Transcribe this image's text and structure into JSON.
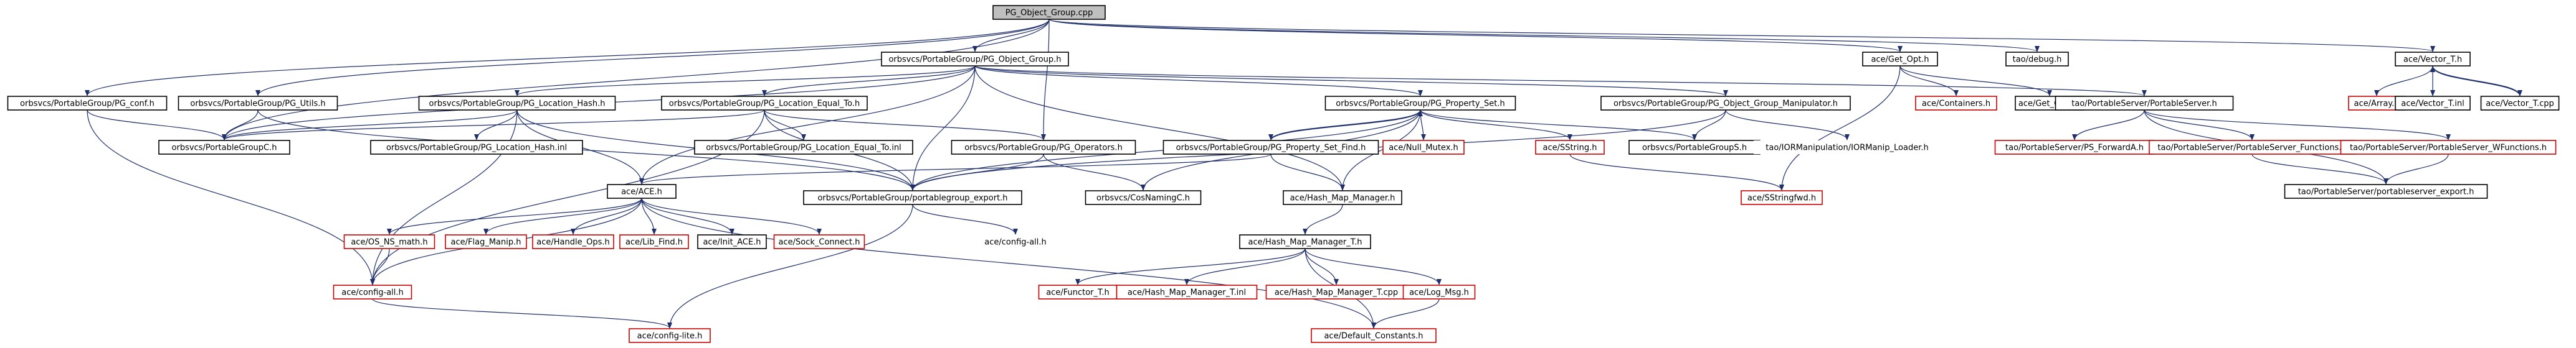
{
  "graph": {
    "colors": {
      "edge": "#1f2f6b",
      "node_border_black": "#000000",
      "node_border_red": "#cc0000",
      "node_text": "#000000",
      "root_fill": "#bfbfbf",
      "node_fill": "#ffffff"
    },
    "nodes": [
      {
        "id": "root",
        "label": "PG_Object_Group.cpp",
        "kind": "root"
      },
      {
        "id": "pg_object_group_h",
        "label": "orbsvcs/PortableGroup/PG_Object_Group.h",
        "kind": "file"
      },
      {
        "id": "ace_get_opt_h",
        "label": "ace/Get_Opt.h",
        "kind": "file"
      },
      {
        "id": "tao_debug_h",
        "label": "tao/debug.h",
        "kind": "file"
      },
      {
        "id": "ace_vector_t_h",
        "label": "ace/Vector_T.h",
        "kind": "file"
      },
      {
        "id": "pg_conf_h",
        "label": "orbsvcs/PortableGroup/PG_conf.h",
        "kind": "file"
      },
      {
        "id": "pg_utils_h",
        "label": "orbsvcs/PortableGroup/PG_Utils.h",
        "kind": "file"
      },
      {
        "id": "pg_location_hash_h",
        "label": "orbsvcs/PortableGroup/PG_Location_Hash.h",
        "kind": "file"
      },
      {
        "id": "pg_location_equal_to_h",
        "label": "orbsvcs/PortableGroup/PG_Location_Equal_To.h",
        "kind": "file"
      },
      {
        "id": "pg_property_set_h",
        "label": "orbsvcs/PortableGroup/PG_Property_Set.h",
        "kind": "file"
      },
      {
        "id": "pg_object_group_manipulator_h",
        "label": "orbsvcs/PortableGroup/PG_Object_Group_Manipulator.h",
        "kind": "file"
      },
      {
        "id": "ace_containers_h",
        "label": "ace/Containers.h",
        "kind": "missing"
      },
      {
        "id": "ace_get_opt_inl",
        "label": "ace/Get_Opt.inl",
        "kind": "file"
      },
      {
        "id": "tao_portableserver_h",
        "label": "tao/PortableServer/PortableServer.h",
        "kind": "file"
      },
      {
        "id": "ace_array_h",
        "label": "ace/Array.h",
        "kind": "missing"
      },
      {
        "id": "ace_vector_t_inl",
        "label": "ace/Vector_T.inl",
        "kind": "file"
      },
      {
        "id": "ace_vector_t_cpp",
        "label": "ace/Vector_T.cpp",
        "kind": "file"
      },
      {
        "id": "portablegroupc_h",
        "label": "orbsvcs/PortableGroupC.h",
        "kind": "file"
      },
      {
        "id": "pg_location_hash_inl",
        "label": "orbsvcs/PortableGroup/PG_Location_Hash.inl",
        "kind": "file"
      },
      {
        "id": "pg_location_equal_to_inl",
        "label": "orbsvcs/PortableGroup/PG_Location_Equal_To.inl",
        "kind": "file"
      },
      {
        "id": "pg_operators_h",
        "label": "orbsvcs/PortableGroup/PG_Operators.h",
        "kind": "file"
      },
      {
        "id": "pg_property_set_find_h",
        "label": "orbsvcs/PortableGroup/PG_Property_Set_Find.h",
        "kind": "file"
      },
      {
        "id": "ace_null_mutex_h",
        "label": "ace/Null_Mutex.h",
        "kind": "missing"
      },
      {
        "id": "ace_sstring_h",
        "label": "ace/SString.h",
        "kind": "missing"
      },
      {
        "id": "portablegroups_h",
        "label": "orbsvcs/PortableGroupS.h",
        "kind": "file"
      },
      {
        "id": "ior_manip_loader_h",
        "label": "tao/IORManipulation/IORManip_Loader.h",
        "kind": "plain"
      },
      {
        "id": "tao_ps_forwarda_h",
        "label": "tao/PortableServer/PS_ForwardA.h",
        "kind": "missing"
      },
      {
        "id": "tao_ps_functions_h",
        "label": "tao/PortableServer/PortableServer_Functions.h",
        "kind": "missing"
      },
      {
        "id": "tao_ps_wfunctions_h",
        "label": "tao/PortableServer/PortableServer_WFunctions.h",
        "kind": "missing"
      },
      {
        "id": "ace_ace_h",
        "label": "ace/ACE.h",
        "kind": "file"
      },
      {
        "id": "portablegroup_export_h",
        "label": "orbsvcs/PortableGroup/portablegroup_export.h",
        "kind": "file"
      },
      {
        "id": "cosnamingc_h",
        "label": "orbsvcs/CosNamingC.h",
        "kind": "file"
      },
      {
        "id": "ace_hash_map_manager_h",
        "label": "ace/Hash_Map_Manager.h",
        "kind": "file"
      },
      {
        "id": "ace_sstringfwd_h",
        "label": "ace/SStringfwd.h",
        "kind": "missing"
      },
      {
        "id": "tao_portableserver_export_h",
        "label": "tao/PortableServer/portableserver_export.h",
        "kind": "file"
      },
      {
        "id": "ace_os_ns_math_h",
        "label": "ace/OS_NS_math.h",
        "kind": "missing"
      },
      {
        "id": "ace_flag_manip_h",
        "label": "ace/Flag_Manip.h",
        "kind": "missing"
      },
      {
        "id": "ace_handle_ops_h",
        "label": "ace/Handle_Ops.h",
        "kind": "missing"
      },
      {
        "id": "ace_lib_find_h",
        "label": "ace/Lib_Find.h",
        "kind": "missing"
      },
      {
        "id": "ace_init_ace_h",
        "label": "ace/Init_ACE.h",
        "kind": "file"
      },
      {
        "id": "ace_sock_connect_h",
        "label": "ace/Sock_Connect.h",
        "kind": "missing"
      },
      {
        "id": "ace_config_all_h_plain",
        "label": "ace/config-all.h",
        "kind": "plain"
      },
      {
        "id": "ace_hash_map_manager_t_h",
        "label": "ace/Hash_Map_Manager_T.h",
        "kind": "file"
      },
      {
        "id": "ace_config_all_h",
        "label": "ace/config-all.h",
        "kind": "missing"
      },
      {
        "id": "ace_functor_t_h",
        "label": "ace/Functor_T.h",
        "kind": "missing"
      },
      {
        "id": "ace_hash_map_manager_t_inl",
        "label": "ace/Hash_Map_Manager_T.inl",
        "kind": "missing"
      },
      {
        "id": "ace_hash_map_manager_t_cpp",
        "label": "ace/Hash_Map_Manager_T.cpp",
        "kind": "missing"
      },
      {
        "id": "ace_log_msg_h",
        "label": "ace/Log_Msg.h",
        "kind": "missing"
      },
      {
        "id": "ace_config_lite_h",
        "label": "ace/config-lite.h",
        "kind": "missing"
      },
      {
        "id": "ace_default_constants_h",
        "label": "ace/Default_Constants.h",
        "kind": "missing"
      }
    ],
    "edges": [
      [
        "root",
        "pg_object_group_h"
      ],
      [
        "root",
        "ace_get_opt_h"
      ],
      [
        "root",
        "tao_debug_h"
      ],
      [
        "root",
        "ace_vector_t_h"
      ],
      [
        "root",
        "pg_conf_h"
      ],
      [
        "root",
        "pg_utils_h"
      ],
      [
        "root",
        "pg_operators_h"
      ],
      [
        "root",
        "portablegroupc_h"
      ],
      [
        "pg_object_group_h",
        "pg_location_hash_h"
      ],
      [
        "pg_object_group_h",
        "pg_location_equal_to_h"
      ],
      [
        "pg_object_group_h",
        "pg_property_set_h"
      ],
      [
        "pg_object_group_h",
        "pg_object_group_manipulator_h"
      ],
      [
        "pg_object_group_h",
        "tao_portableserver_h"
      ],
      [
        "pg_object_group_h",
        "portablegroup_export_h"
      ],
      [
        "pg_object_group_h",
        "ace_hash_map_manager_h"
      ],
      [
        "pg_object_group_h",
        "ace_ace_h"
      ],
      [
        "pg_object_group_h",
        "portablegroupc_h"
      ],
      [
        "ace_get_opt_h",
        "ace_containers_h"
      ],
      [
        "ace_get_opt_h",
        "ace_get_opt_inl"
      ],
      [
        "ace_get_opt_h",
        "ace_sstringfwd_h"
      ],
      [
        "ace_vector_t_h",
        "ace_array_h"
      ],
      [
        "ace_vector_t_h",
        "ace_vector_t_inl"
      ],
      [
        "ace_vector_t_h",
        "ace_vector_t_cpp"
      ],
      [
        "ace_vector_t_cpp",
        "ace_vector_t_h"
      ],
      [
        "pg_conf_h",
        "portablegroupc_h"
      ],
      [
        "pg_conf_h",
        "ace_config_all_h"
      ],
      [
        "pg_utils_h",
        "portablegroupc_h"
      ],
      [
        "pg_utils_h",
        "portablegroup_export_h"
      ],
      [
        "pg_location_hash_h",
        "portablegroupc_h"
      ],
      [
        "pg_location_hash_h",
        "pg_location_hash_inl"
      ],
      [
        "pg_location_hash_h",
        "ace_ace_h"
      ],
      [
        "pg_location_hash_h",
        "portablegroup_export_h"
      ],
      [
        "pg_location_hash_h",
        "ace_config_all_h"
      ],
      [
        "pg_location_equal_to_h",
        "portablegroupc_h"
      ],
      [
        "pg_location_equal_to_h",
        "pg_location_equal_to_inl"
      ],
      [
        "pg_location_equal_to_h",
        "pg_operators_h"
      ],
      [
        "pg_location_equal_to_h",
        "portablegroup_export_h"
      ],
      [
        "pg_location_equal_to_h",
        "ace_config_all_h"
      ],
      [
        "pg_property_set_h",
        "pg_property_set_find_h"
      ],
      [
        "pg_property_set_h",
        "ace_null_mutex_h"
      ],
      [
        "pg_property_set_h",
        "ace_sstring_h"
      ],
      [
        "pg_property_set_h",
        "portablegroups_h"
      ],
      [
        "pg_property_set_h",
        "ace_hash_map_manager_h"
      ],
      [
        "pg_property_set_h",
        "portablegroup_export_h"
      ],
      [
        "pg_property_set_h",
        "cosnamingc_h"
      ],
      [
        "pg_property_set_find_h",
        "pg_property_set_h"
      ],
      [
        "pg_property_set_find_h",
        "ace_hash_map_manager_h"
      ],
      [
        "pg_property_set_find_h",
        "ace_ace_h"
      ],
      [
        "pg_object_group_manipulator_h",
        "portablegroups_h"
      ],
      [
        "pg_object_group_manipulator_h",
        "ior_manip_loader_h"
      ],
      [
        "pg_object_group_manipulator_h",
        "portablegroup_export_h"
      ],
      [
        "tao_portableserver_h",
        "tao_ps_forwarda_h"
      ],
      [
        "tao_portableserver_h",
        "tao_ps_functions_h"
      ],
      [
        "tao_portableserver_h",
        "tao_ps_wfunctions_h"
      ],
      [
        "tao_portableserver_h",
        "tao_portableserver_export_h"
      ],
      [
        "tao_ps_functions_h",
        "tao_portableserver_export_h"
      ],
      [
        "tao_ps_wfunctions_h",
        "tao_portableserver_export_h"
      ],
      [
        "pg_operators_h",
        "portablegroup_export_h"
      ],
      [
        "pg_operators_h",
        "cosnamingc_h"
      ],
      [
        "ace_sstring_h",
        "ace_sstringfwd_h"
      ],
      [
        "portablegroup_export_h",
        "ace_config_all_h_plain"
      ],
      [
        "portablegroup_export_h",
        "ace_config_lite_h"
      ],
      [
        "ace_ace_h",
        "ace_os_ns_math_h"
      ],
      [
        "ace_ace_h",
        "ace_flag_manip_h"
      ],
      [
        "ace_ace_h",
        "ace_handle_ops_h"
      ],
      [
        "ace_ace_h",
        "ace_lib_find_h"
      ],
      [
        "ace_ace_h",
        "ace_init_ace_h"
      ],
      [
        "ace_ace_h",
        "ace_sock_connect_h"
      ],
      [
        "ace_ace_h",
        "ace_config_all_h"
      ],
      [
        "ace_ace_h",
        "ace_default_constants_h"
      ],
      [
        "ace_os_ns_math_h",
        "ace_config_all_h"
      ],
      [
        "ace_hash_map_manager_h",
        "ace_hash_map_manager_t_h"
      ],
      [
        "ace_hash_map_manager_t_h",
        "ace_functor_t_h"
      ],
      [
        "ace_hash_map_manager_t_h",
        "ace_hash_map_manager_t_inl"
      ],
      [
        "ace_hash_map_manager_t_h",
        "ace_hash_map_manager_t_cpp"
      ],
      [
        "ace_hash_map_manager_t_h",
        "ace_log_msg_h"
      ],
      [
        "ace_hash_map_manager_t_h",
        "ace_default_constants_h"
      ],
      [
        "ace_log_msg_h",
        "ace_default_constants_h"
      ],
      [
        "ace_config_all_h",
        "ace_config_lite_h"
      ]
    ]
  }
}
